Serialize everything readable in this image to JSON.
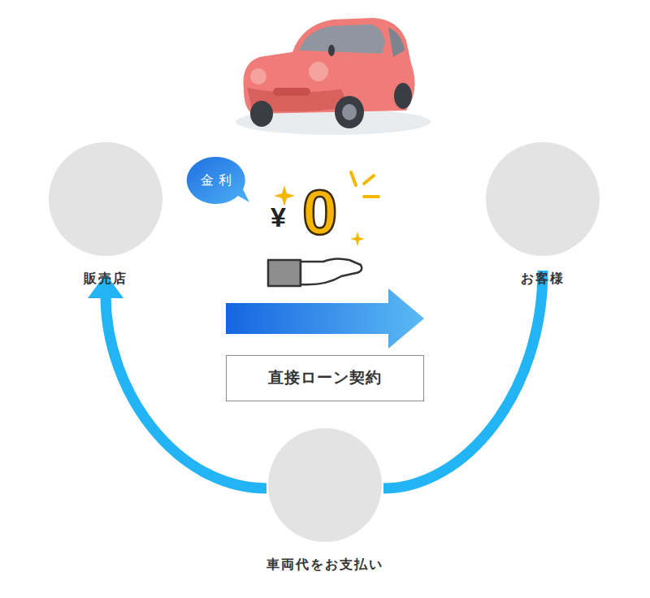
{
  "diagram": {
    "nodes": [
      {
        "text": [
          "販売店"
        ]
      },
      {
        "text": [
          "金利"
        ]
      },
      {
        "text": [
          "直接ローン契約"
        ]
      },
      {
        "text": [
          "お客様"
        ]
      },
      {
        "text": [
          "車両代をお支払い"
        ]
      }
    ],
    "edges": [
      {
        "from": 0,
        "to": 3,
        "arrow": "to"
      },
      {
        "from": 3,
        "to": 4,
        "arrow": "none"
      },
      {
        "from": 4,
        "to": 0,
        "arrow": "to"
      }
    ],
    "labels": [
      "¥",
      "0"
    ]
  }
}
